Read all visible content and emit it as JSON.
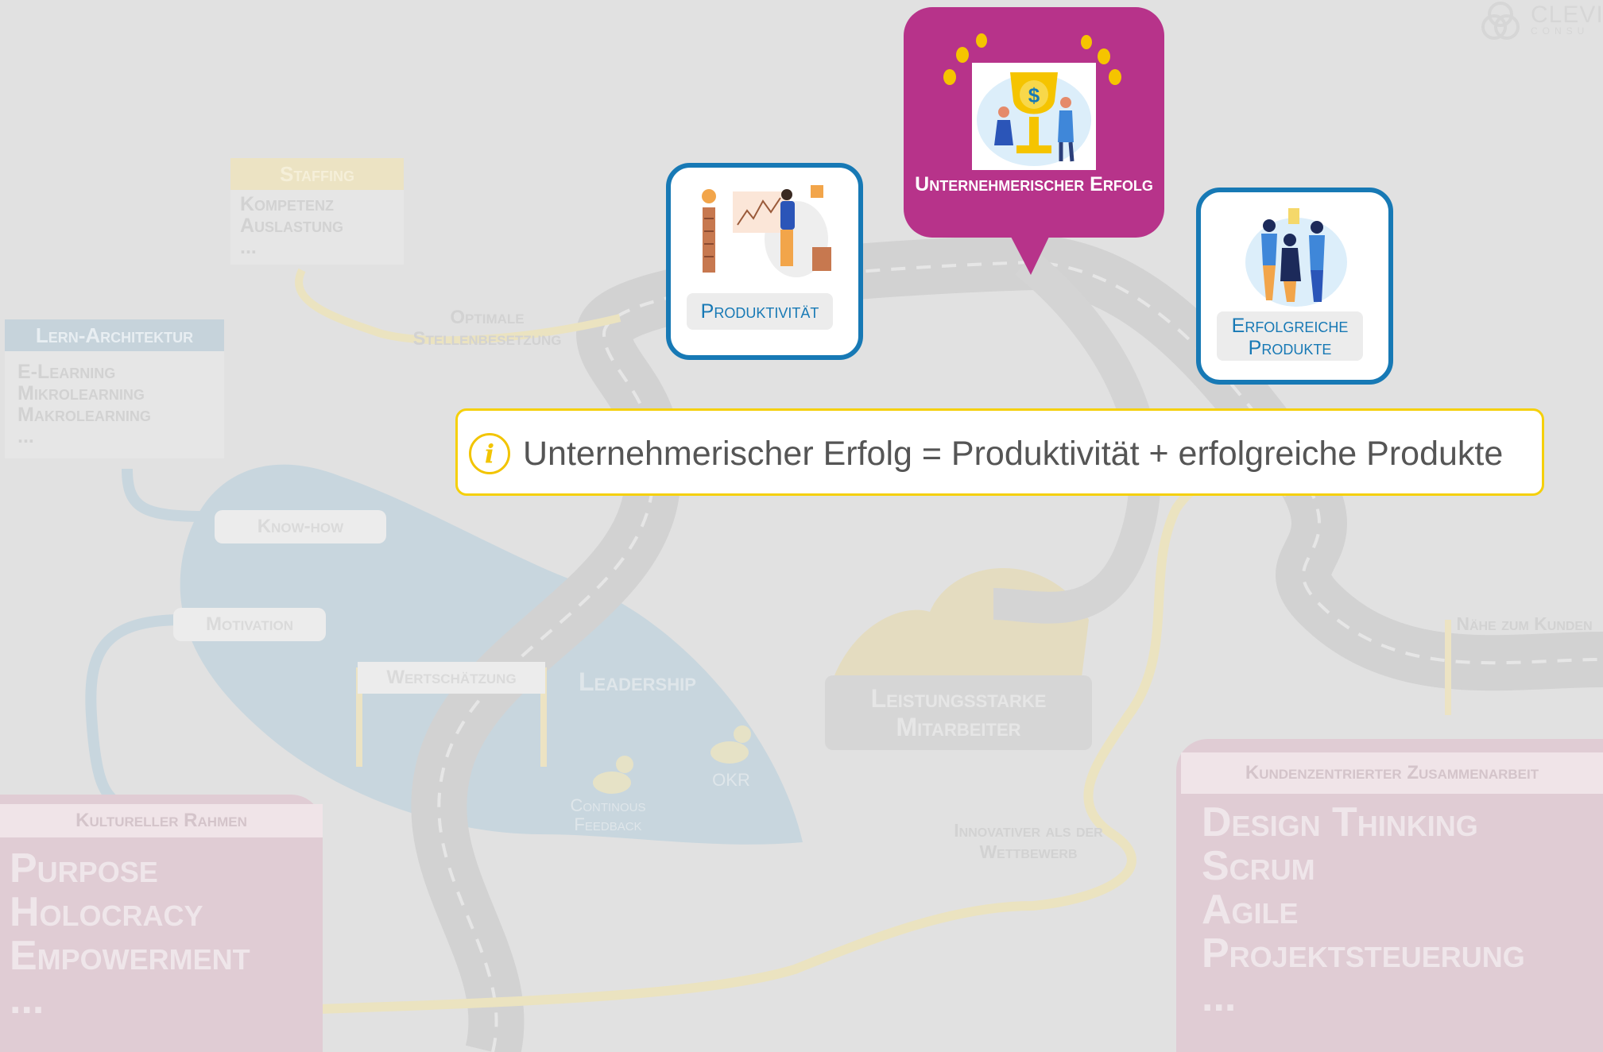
{
  "header": {
    "logo_text": "CLEVI",
    "logo_sub": "CONSU"
  },
  "background": {
    "staffing": {
      "title": "Staffing",
      "items": [
        "Kompetenz",
        "Auslastung",
        "..."
      ]
    },
    "optimal_label": "Optimale Stellenbesetzung",
    "lern": {
      "title": "Lern-Architektur",
      "items": [
        "E-Learning",
        "Mikrolearning",
        "Makrolearning",
        "..."
      ]
    },
    "lake_labels": {
      "know_how": "Know-how",
      "motivation": "Motivation",
      "wertschaetzung": "Wertschätzung",
      "leadership": "Leadership",
      "okr": "OKR",
      "feedback": "Continous Feedback"
    },
    "mitarbeiter": "Leistungsstarke Mitarbeiter",
    "innovativer": "Innovativer als der Wettbewerb",
    "naehe": "Nähe zum Kunden",
    "kultur": {
      "title": "Kultureller Rahmen",
      "items": [
        "Purpose",
        "Holocracy",
        "Empowerment",
        "..."
      ]
    },
    "kunden": {
      "title": "Kundenzentrierter Zusammenarbeit",
      "items": [
        "Design Thinking",
        "Scrum",
        "Agile",
        "Projektsteuerung",
        "..."
      ]
    }
  },
  "cards": {
    "top": {
      "title": "Unternehmerischer Erfolg",
      "icon": "trophy-icon"
    },
    "left": {
      "title": "Produktivität",
      "icon": "chart-presenter-icon"
    },
    "right": {
      "title": "Erfolgreiche Produkte",
      "icon": "team-success-icon"
    }
  },
  "info": {
    "text": "Unternehmerischer Erfolg = Produktivität + erfolgreiche Produkte",
    "icon": "info-icon"
  },
  "colors": {
    "magenta": "#b7338a",
    "blue": "#1779b5",
    "yellow": "#f5d00a",
    "background": "#e1e1e1"
  }
}
